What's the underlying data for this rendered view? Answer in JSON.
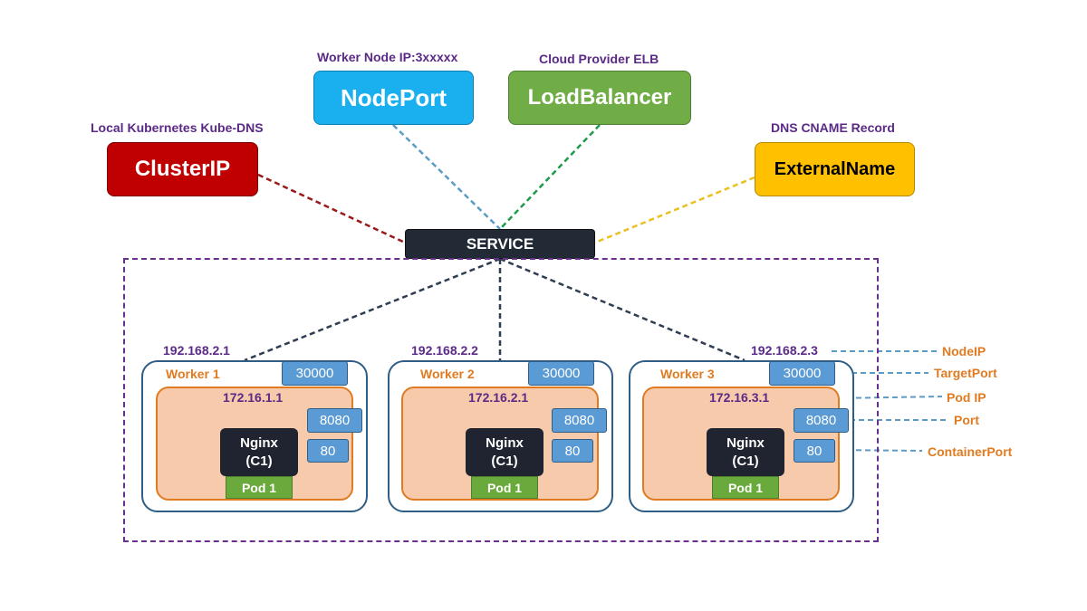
{
  "service_types": [
    {
      "key": "clusterip",
      "label": "ClusterIP",
      "caption": "Local Kubernetes Kube-DNS",
      "color": "#c00000",
      "text_color": "#ffffff",
      "line_color": "#9a1a1a"
    },
    {
      "key": "nodeport",
      "label": "NodePort",
      "caption": "Worker Node IP:3xxxxx",
      "color": "#1ab0ef",
      "text_color": "#ffffff",
      "line_color": "#5b9bc4"
    },
    {
      "key": "loadbalancer",
      "label": "LoadBalancer",
      "caption": "Cloud Provider ELB",
      "color": "#70ad47",
      "text_color": "#ffffff",
      "line_color": "#1e9a4a"
    },
    {
      "key": "externalname",
      "label": "ExternalName",
      "caption": "DNS CNAME Record",
      "color": "#ffc000",
      "text_color": "#000000",
      "line_color": "#e8c021"
    }
  ],
  "service": {
    "label": "SERVICE"
  },
  "workers": [
    {
      "name": "Worker 1",
      "node_ip": "192.168.2.1",
      "node_port": "30000",
      "pod_ip": "172.16.1.1",
      "port": "8080",
      "container_port": "80",
      "container_name": "Nginx",
      "container_id": "(C1)",
      "pod_label": "Pod 1"
    },
    {
      "name": "Worker 2",
      "node_ip": "192.168.2.2",
      "node_port": "30000",
      "pod_ip": "172.16.2.1",
      "port": "8080",
      "container_port": "80",
      "container_name": "Nginx",
      "container_id": "(C1)",
      "pod_label": "Pod 1"
    },
    {
      "name": "Worker 3",
      "node_ip": "192.168.2.3",
      "node_port": "30000",
      "pod_ip": "172.16.3.1",
      "port": "8080",
      "container_port": "80",
      "container_name": "Nginx",
      "container_id": "(C1)",
      "pod_label": "Pod 1"
    }
  ],
  "legend": {
    "node_ip": "NodeIP",
    "target_port": "TargetPort",
    "pod_ip": "Pod IP",
    "port": "Port",
    "container_port": "ContainerPort"
  },
  "colors": {
    "cluster_border": "#6a2f8c",
    "worker_border": "#2f5d86",
    "pod_fill": "#f7caac",
    "pod_border": "#e07b22",
    "port_fill": "#5b9bd5",
    "label_orange": "#e07b22",
    "label_purple": "#5b2a86"
  }
}
